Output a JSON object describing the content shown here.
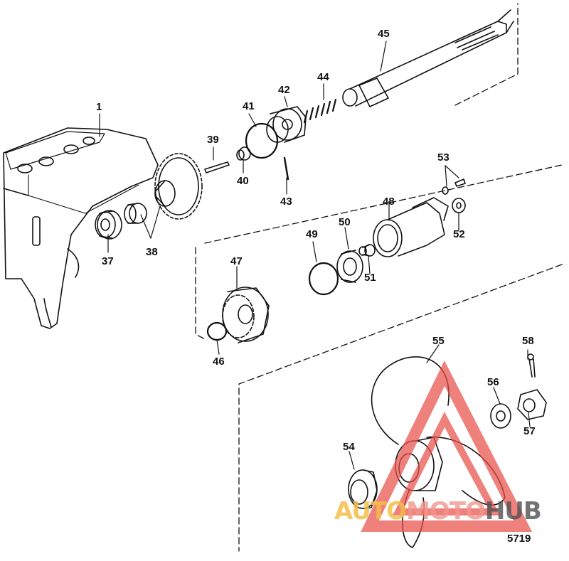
{
  "diagram": {
    "id_label": "5719",
    "callouts": [
      {
        "id": "1",
        "label": "1"
      },
      {
        "id": "37",
        "label": "37"
      },
      {
        "id": "38",
        "label": "38"
      },
      {
        "id": "39",
        "label": "39"
      },
      {
        "id": "40",
        "label": "40"
      },
      {
        "id": "41",
        "label": "41"
      },
      {
        "id": "42",
        "label": "42"
      },
      {
        "id": "43",
        "label": "43"
      },
      {
        "id": "44",
        "label": "44"
      },
      {
        "id": "45",
        "label": "45"
      },
      {
        "id": "46",
        "label": "46"
      },
      {
        "id": "47",
        "label": "47"
      },
      {
        "id": "48",
        "label": "48"
      },
      {
        "id": "49",
        "label": "49"
      },
      {
        "id": "50",
        "label": "50"
      },
      {
        "id": "51",
        "label": "51"
      },
      {
        "id": "52",
        "label": "52"
      },
      {
        "id": "53",
        "label": "53"
      },
      {
        "id": "54",
        "label": "54"
      },
      {
        "id": "55",
        "label": "55"
      },
      {
        "id": "56",
        "label": "56"
      },
      {
        "id": "57",
        "label": "57"
      },
      {
        "id": "58",
        "label": "58"
      }
    ]
  },
  "watermark": {
    "part1": "AUTO",
    "part2": "MOTO",
    "part3": "HUB",
    "colors": {
      "auto": "#f4be46",
      "moto": "#f0968c",
      "hub": "#505050",
      "triangle": "#e8504a"
    }
  }
}
